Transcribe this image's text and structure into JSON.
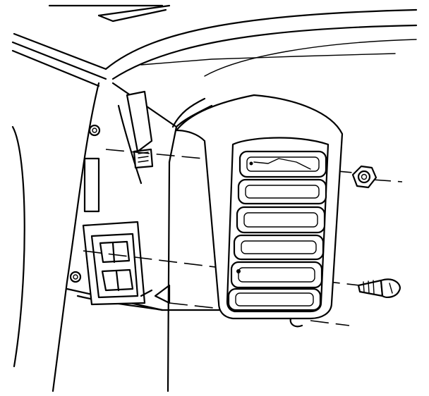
{
  "diagram": {
    "parts": [
      {
        "id": "body-panel",
        "icon": "vehicle-body-panel"
      },
      {
        "id": "tail-lamp-housing",
        "icon": "tail-lamp-housing"
      },
      {
        "id": "tail-lamp-lens",
        "icon": "tail-lamp-lens"
      },
      {
        "id": "nut",
        "icon": "hex-nut"
      },
      {
        "id": "screw",
        "icon": "screw"
      },
      {
        "id": "mounting-stud",
        "icon": "stud"
      }
    ],
    "colors": {
      "line": "#000000",
      "background": "#ffffff"
    }
  }
}
